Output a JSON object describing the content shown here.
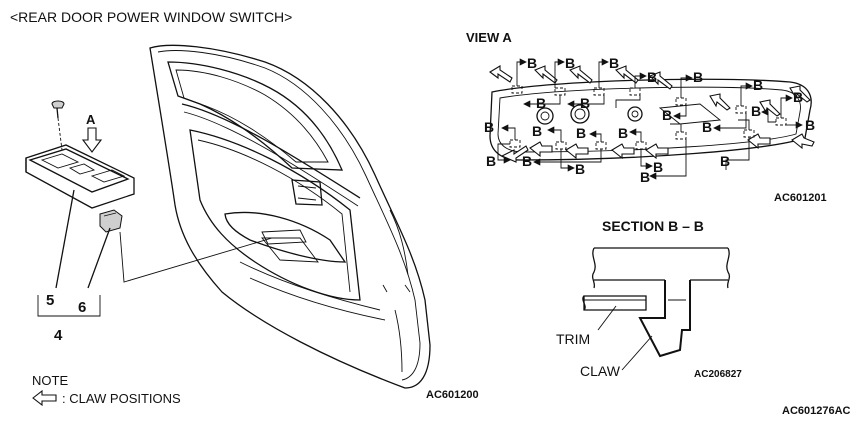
{
  "title": "<REAR DOOR POWER WINDOW SWITCH>",
  "callouts": {
    "view_arrow": "A",
    "part_5": "5",
    "part_6": "6",
    "part_4": "4"
  },
  "note": {
    "heading": "NOTE",
    "legend_text": ": CLAW POSITIONS"
  },
  "codes": {
    "door_figure": "AC601200",
    "view_a_figure": "AC601201",
    "section_figure": "AC206827",
    "sheet": "AC601276AC"
  },
  "view_a": {
    "heading": "VIEW A",
    "section_label": "B"
  },
  "section_bb": {
    "heading": "SECTION B – B",
    "trim_label": "TRIM",
    "claw_label": "CLAW"
  }
}
